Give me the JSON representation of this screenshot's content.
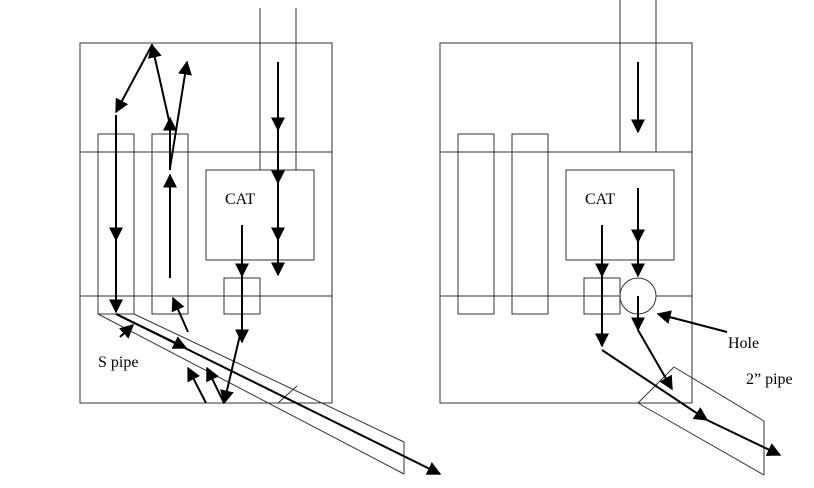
{
  "diagram": {
    "left": {
      "title": "Before",
      "cat_label": "CAT",
      "pipe_label": "S pipe"
    },
    "right": {
      "title": "After",
      "cat_label": "CAT",
      "hole_label": "Hole",
      "pipe_label": "2” pipe"
    },
    "colors": {
      "line": "#000000",
      "outline": "#333333",
      "background": "#ffffff"
    }
  }
}
